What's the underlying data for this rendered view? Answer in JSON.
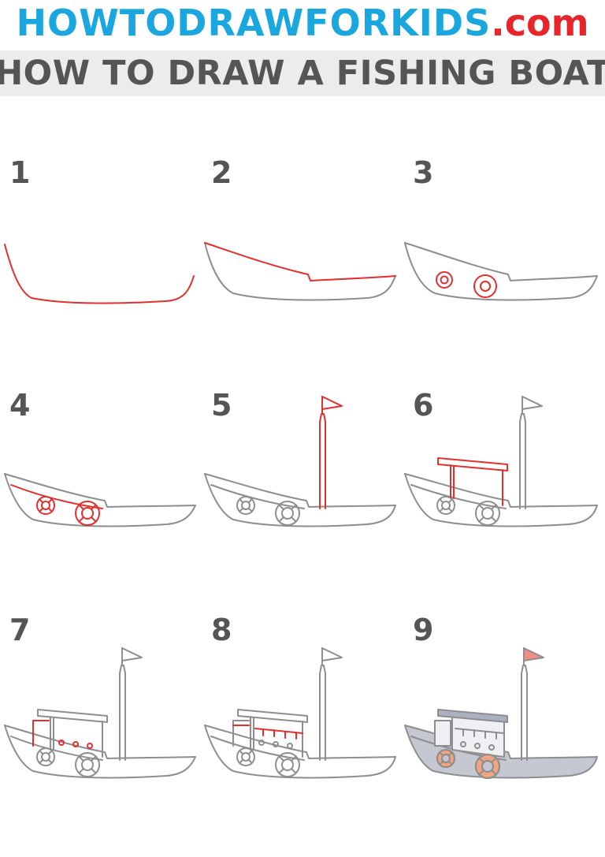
{
  "site": {
    "name": "HOWTODRAWFORKIDS",
    "tld": ".com"
  },
  "page": {
    "title": "HOW TO DRAW A FISHING BOAT"
  },
  "steps": [
    {
      "number": "1"
    },
    {
      "number": "2"
    },
    {
      "number": "3"
    },
    {
      "number": "4"
    },
    {
      "number": "5"
    },
    {
      "number": "6"
    },
    {
      "number": "7"
    },
    {
      "number": "8"
    },
    {
      "number": "9"
    }
  ],
  "colors": {
    "site_blue": "#1aa6df",
    "site_red": "#e6262b",
    "title_gray": "#555555",
    "title_bar": "#ececec",
    "pencil_line": "#8e8e8e",
    "new_line_red": "#e2302f",
    "hull_fill": "#c5c8d1",
    "cabin_fill": "#eef0f4",
    "roof_fill": "#a9b0c0",
    "lifebuoy_fill": "#f2a37f",
    "flag_fill": "#f08f88"
  }
}
